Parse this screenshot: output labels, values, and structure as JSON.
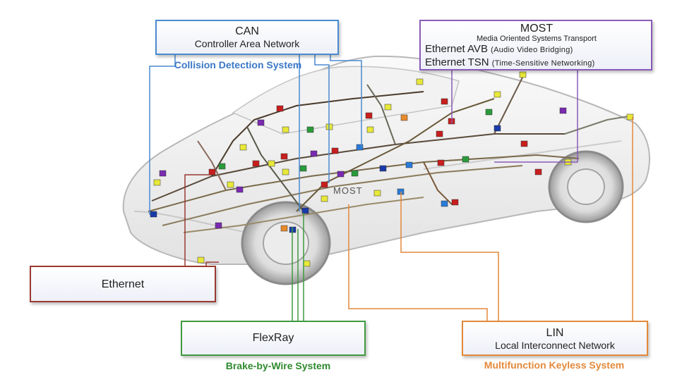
{
  "can": {
    "title": "CAN",
    "subtitle": "Controller Area Network",
    "caption": "Collision Detection System",
    "color": "#4a8ad0"
  },
  "most": {
    "title": "MOST",
    "subtitle": "Media Oriented Systems Transport",
    "avb": "Ethernet AVB",
    "avb_note": "(Audio Video Bridging)",
    "tsn": "Ethernet TSN",
    "tsn_note": "(Time-Sensitive Networking)",
    "inline_label": "MOST",
    "color": "#8a5ab8"
  },
  "ethernet": {
    "title": "Ethernet",
    "color": "#9a3a32"
  },
  "flexray": {
    "title": "FlexRay",
    "caption": "Brake-by-Wire System",
    "color": "#3f9a3f"
  },
  "lin": {
    "title": "LIN",
    "subtitle": "Local Interconnect Network",
    "caption": "Multifunction Keyless System",
    "color": "#e4893a"
  },
  "node_colors": [
    "#e8e83a",
    "#c81e1e",
    "#7a2ab0",
    "#1a3aa8",
    "#2a9a3a",
    "#e88a2a",
    "#2a7ad8"
  ]
}
